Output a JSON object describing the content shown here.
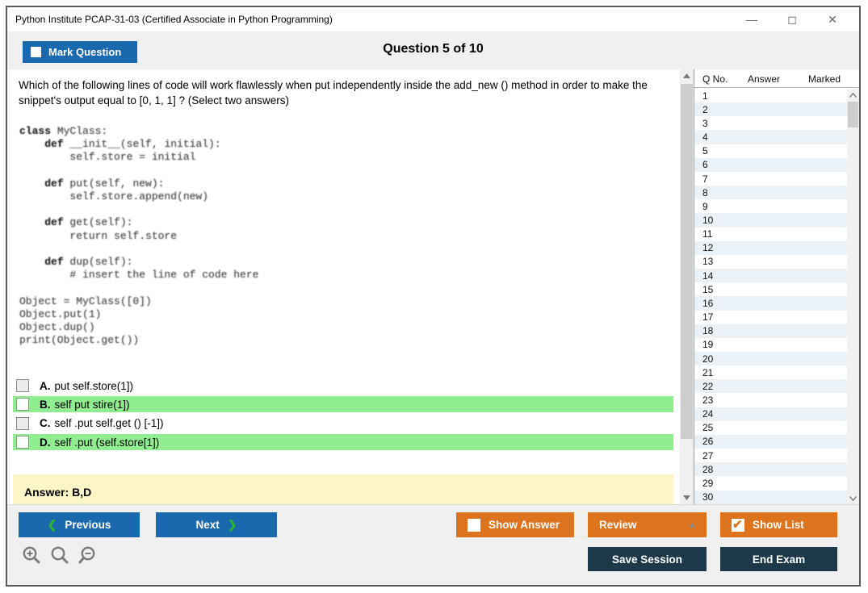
{
  "window": {
    "title": "Python Institute PCAP-31-03 (Certified Associate in Python Programming)",
    "controls": {
      "minimize": "—",
      "maximize": "◻",
      "close": "✕"
    }
  },
  "header": {
    "mark_question_label": "Mark Question",
    "question_counter": "Question 5 of 10"
  },
  "question": {
    "text": "Which of the following lines of code will work flawlessly when put independently inside the add_new () method in order to make the snippet's output equal to [0, 1, 1] ? (Select two answers)",
    "code_lines": [
      "class MyClass:",
      "    def __init__(self, initial):",
      "        self.store = initial",
      "",
      "    def put(self, new):",
      "        self.store.append(new)",
      "",
      "    def get(self):",
      "        return self.store",
      "",
      "    def dup(self):",
      "        # insert the line of code here",
      "",
      "Object = MyClass([0])",
      "Object.put(1)",
      "Object.dup()",
      "print(Object.get())"
    ],
    "options": [
      {
        "label": "A.",
        "text": "put self.store(1])",
        "highlighted": false
      },
      {
        "label": "B.",
        "text": "self put stire(1])",
        "highlighted": true
      },
      {
        "label": "C.",
        "text": "self .put self.get () [-1])",
        "highlighted": false
      },
      {
        "label": "D.",
        "text": "self .put (self.store[1])",
        "highlighted": true
      }
    ],
    "answer_label": "Answer: B,D"
  },
  "sidebar": {
    "columns": {
      "q_no": "Q No.",
      "answer": "Answer",
      "marked": "Marked"
    },
    "rows": [
      "1",
      "2",
      "3",
      "4",
      "5",
      "6",
      "7",
      "8",
      "9",
      "10",
      "11",
      "12",
      "13",
      "14",
      "15",
      "16",
      "17",
      "18",
      "19",
      "20",
      "21",
      "22",
      "23",
      "24",
      "25",
      "26",
      "27",
      "28",
      "29",
      "30"
    ]
  },
  "footer": {
    "previous_label": "Previous",
    "next_label": "Next",
    "prev_chevron": "❮",
    "next_chevron": "❯",
    "show_answer_label": "Show Answer",
    "review_label": "Review",
    "review_arrow": "▲",
    "show_list_label": "Show List",
    "show_list_check": "✔",
    "save_session_label": "Save Session",
    "end_exam_label": "End Exam"
  },
  "colors": {
    "accent_blue": "#1a68ae",
    "accent_orange": "#dd731c",
    "accent_navy": "#1c3849",
    "highlight_green": "#90ee90",
    "answer_yellow": "#fbf5c8",
    "alt_row_blue": "#eaf2f8",
    "chevron_green": "#2db52d"
  }
}
